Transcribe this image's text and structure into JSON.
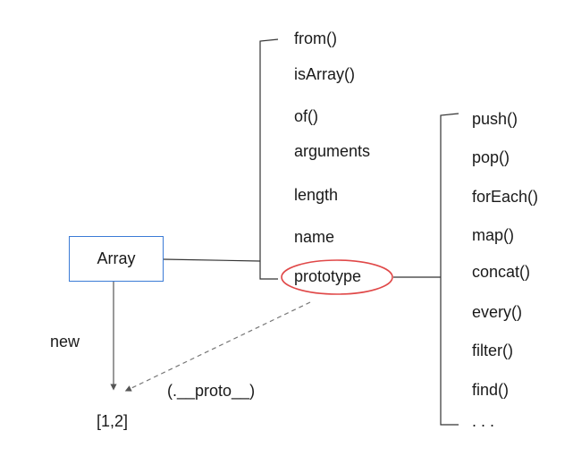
{
  "array_node": {
    "label": "Array"
  },
  "static_members": [
    {
      "label": "from()"
    },
    {
      "label": "isArray()"
    },
    {
      "label": "of()"
    },
    {
      "label": "arguments"
    },
    {
      "label": "length"
    },
    {
      "label": "name"
    },
    {
      "label": "prototype",
      "highlighted": true
    }
  ],
  "prototype_methods": [
    {
      "label": "push()"
    },
    {
      "label": "pop()"
    },
    {
      "label": "forEach()"
    },
    {
      "label": "map()"
    },
    {
      "label": "concat()"
    },
    {
      "label": "every()"
    },
    {
      "label": "filter()"
    },
    {
      "label": "find()"
    },
    {
      "label": ". . ."
    }
  ],
  "instance": {
    "new_label": "new",
    "value_label": "[1,2]",
    "proto_label": "(.__proto__)"
  },
  "colors": {
    "array_box_border": "#3b7bd6",
    "highlight_ellipse": "#e04848",
    "lines": "#333333",
    "dashed_arrow": "#777777",
    "text": "#1a1a1a"
  }
}
